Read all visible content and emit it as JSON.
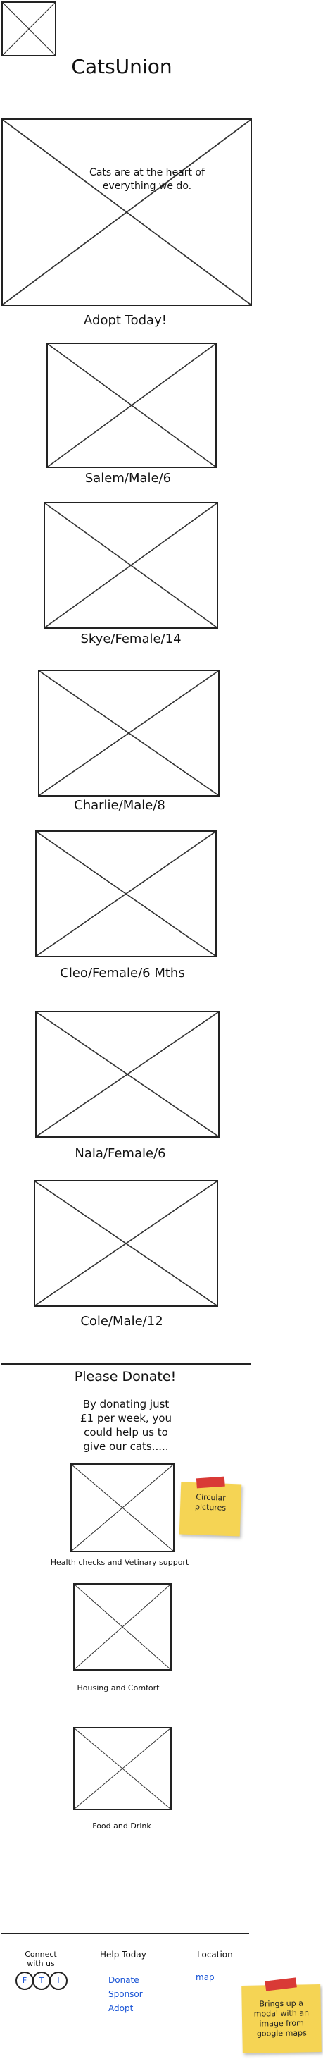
{
  "header": {
    "title": "CatsUnion"
  },
  "hero": {
    "tagline": "Cats are at the heart of everything we do."
  },
  "adopt": {
    "heading": "Adopt Today!",
    "cats": [
      {
        "label": "Salem/Male/6"
      },
      {
        "label": "Skye/Female/14"
      },
      {
        "label": "Charlie/Male/8"
      },
      {
        "label": "Cleo/Female/6 Mths"
      },
      {
        "label": "Nala/Female/6"
      },
      {
        "label": "Cole/Male/12"
      }
    ]
  },
  "donate": {
    "heading": "Please Donate!",
    "text": "By donating just £1 per week, you could help us to give our cats.....",
    "items": [
      {
        "label": "Health checks and Vetinary support"
      },
      {
        "label": "Housing and Comfort"
      },
      {
        "label": "Food and Drink"
      }
    ],
    "note": "Circular pictures"
  },
  "footer": {
    "connect_heading": "Connect with us",
    "social": [
      "F",
      "T",
      "I"
    ],
    "help_heading": "Help Today",
    "help_links": [
      "Donate",
      "Sponsor",
      "Adopt"
    ],
    "location_heading": "Location",
    "location_link": "map",
    "note": "Brings up a modal with an image from google maps"
  },
  "colors": {
    "link": "#1a55d6",
    "sticky_note": "#f5d454",
    "tape": "#d93a36"
  }
}
